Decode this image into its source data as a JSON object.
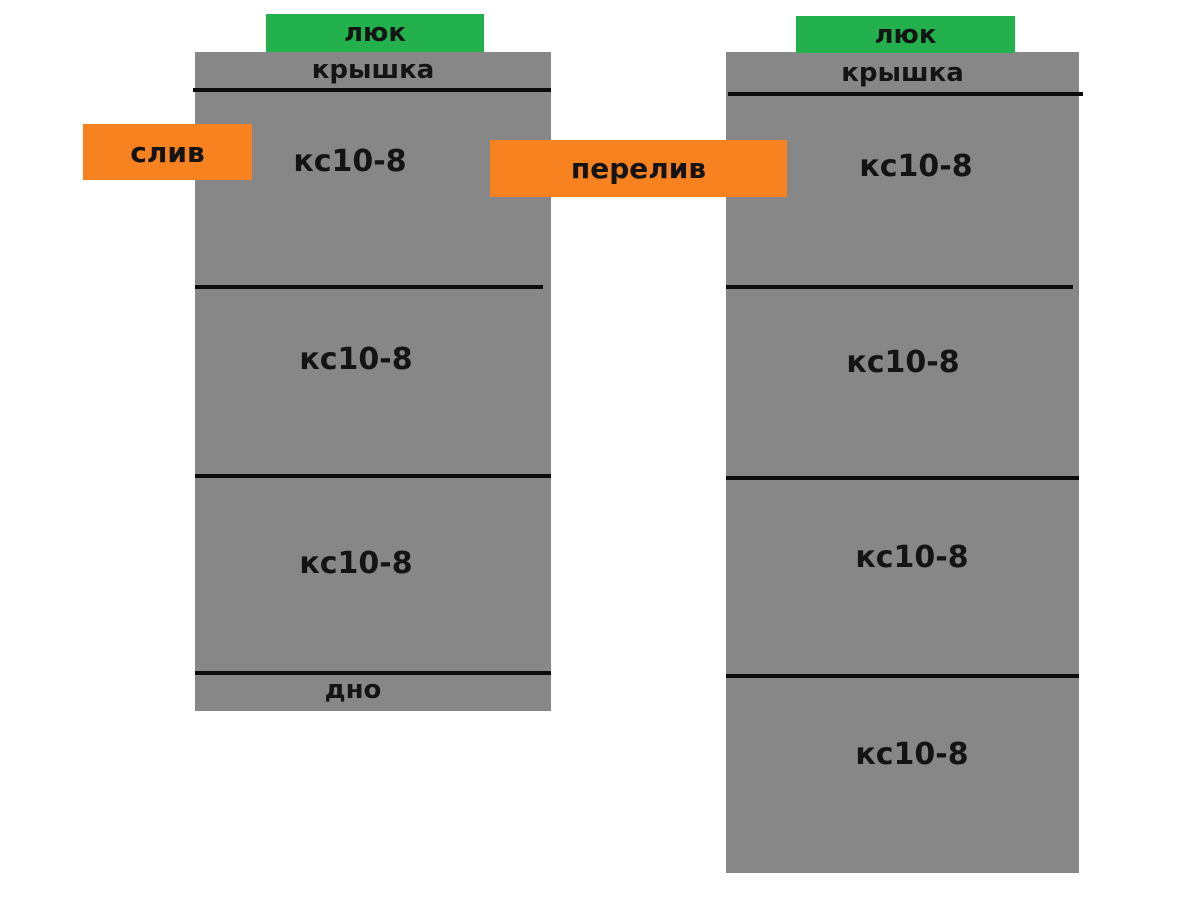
{
  "colors": {
    "concrete": "#878787",
    "joint_line": "#0c0c0c",
    "hatch": "#22b14c",
    "pipe": "#f7821f",
    "text": "#141414"
  },
  "left_well": {
    "hatch": "люк",
    "cover": "крышка",
    "rings": [
      "кс10-8",
      "кс10-8",
      "кс10-8"
    ],
    "bottom": "дно"
  },
  "right_well": {
    "hatch": "люк",
    "cover": "крышка",
    "rings": [
      "кс10-8",
      "кс10-8",
      "кс10-8",
      "кс10-8"
    ]
  },
  "pipes": {
    "drain": "слив",
    "overflow": "перелив"
  }
}
